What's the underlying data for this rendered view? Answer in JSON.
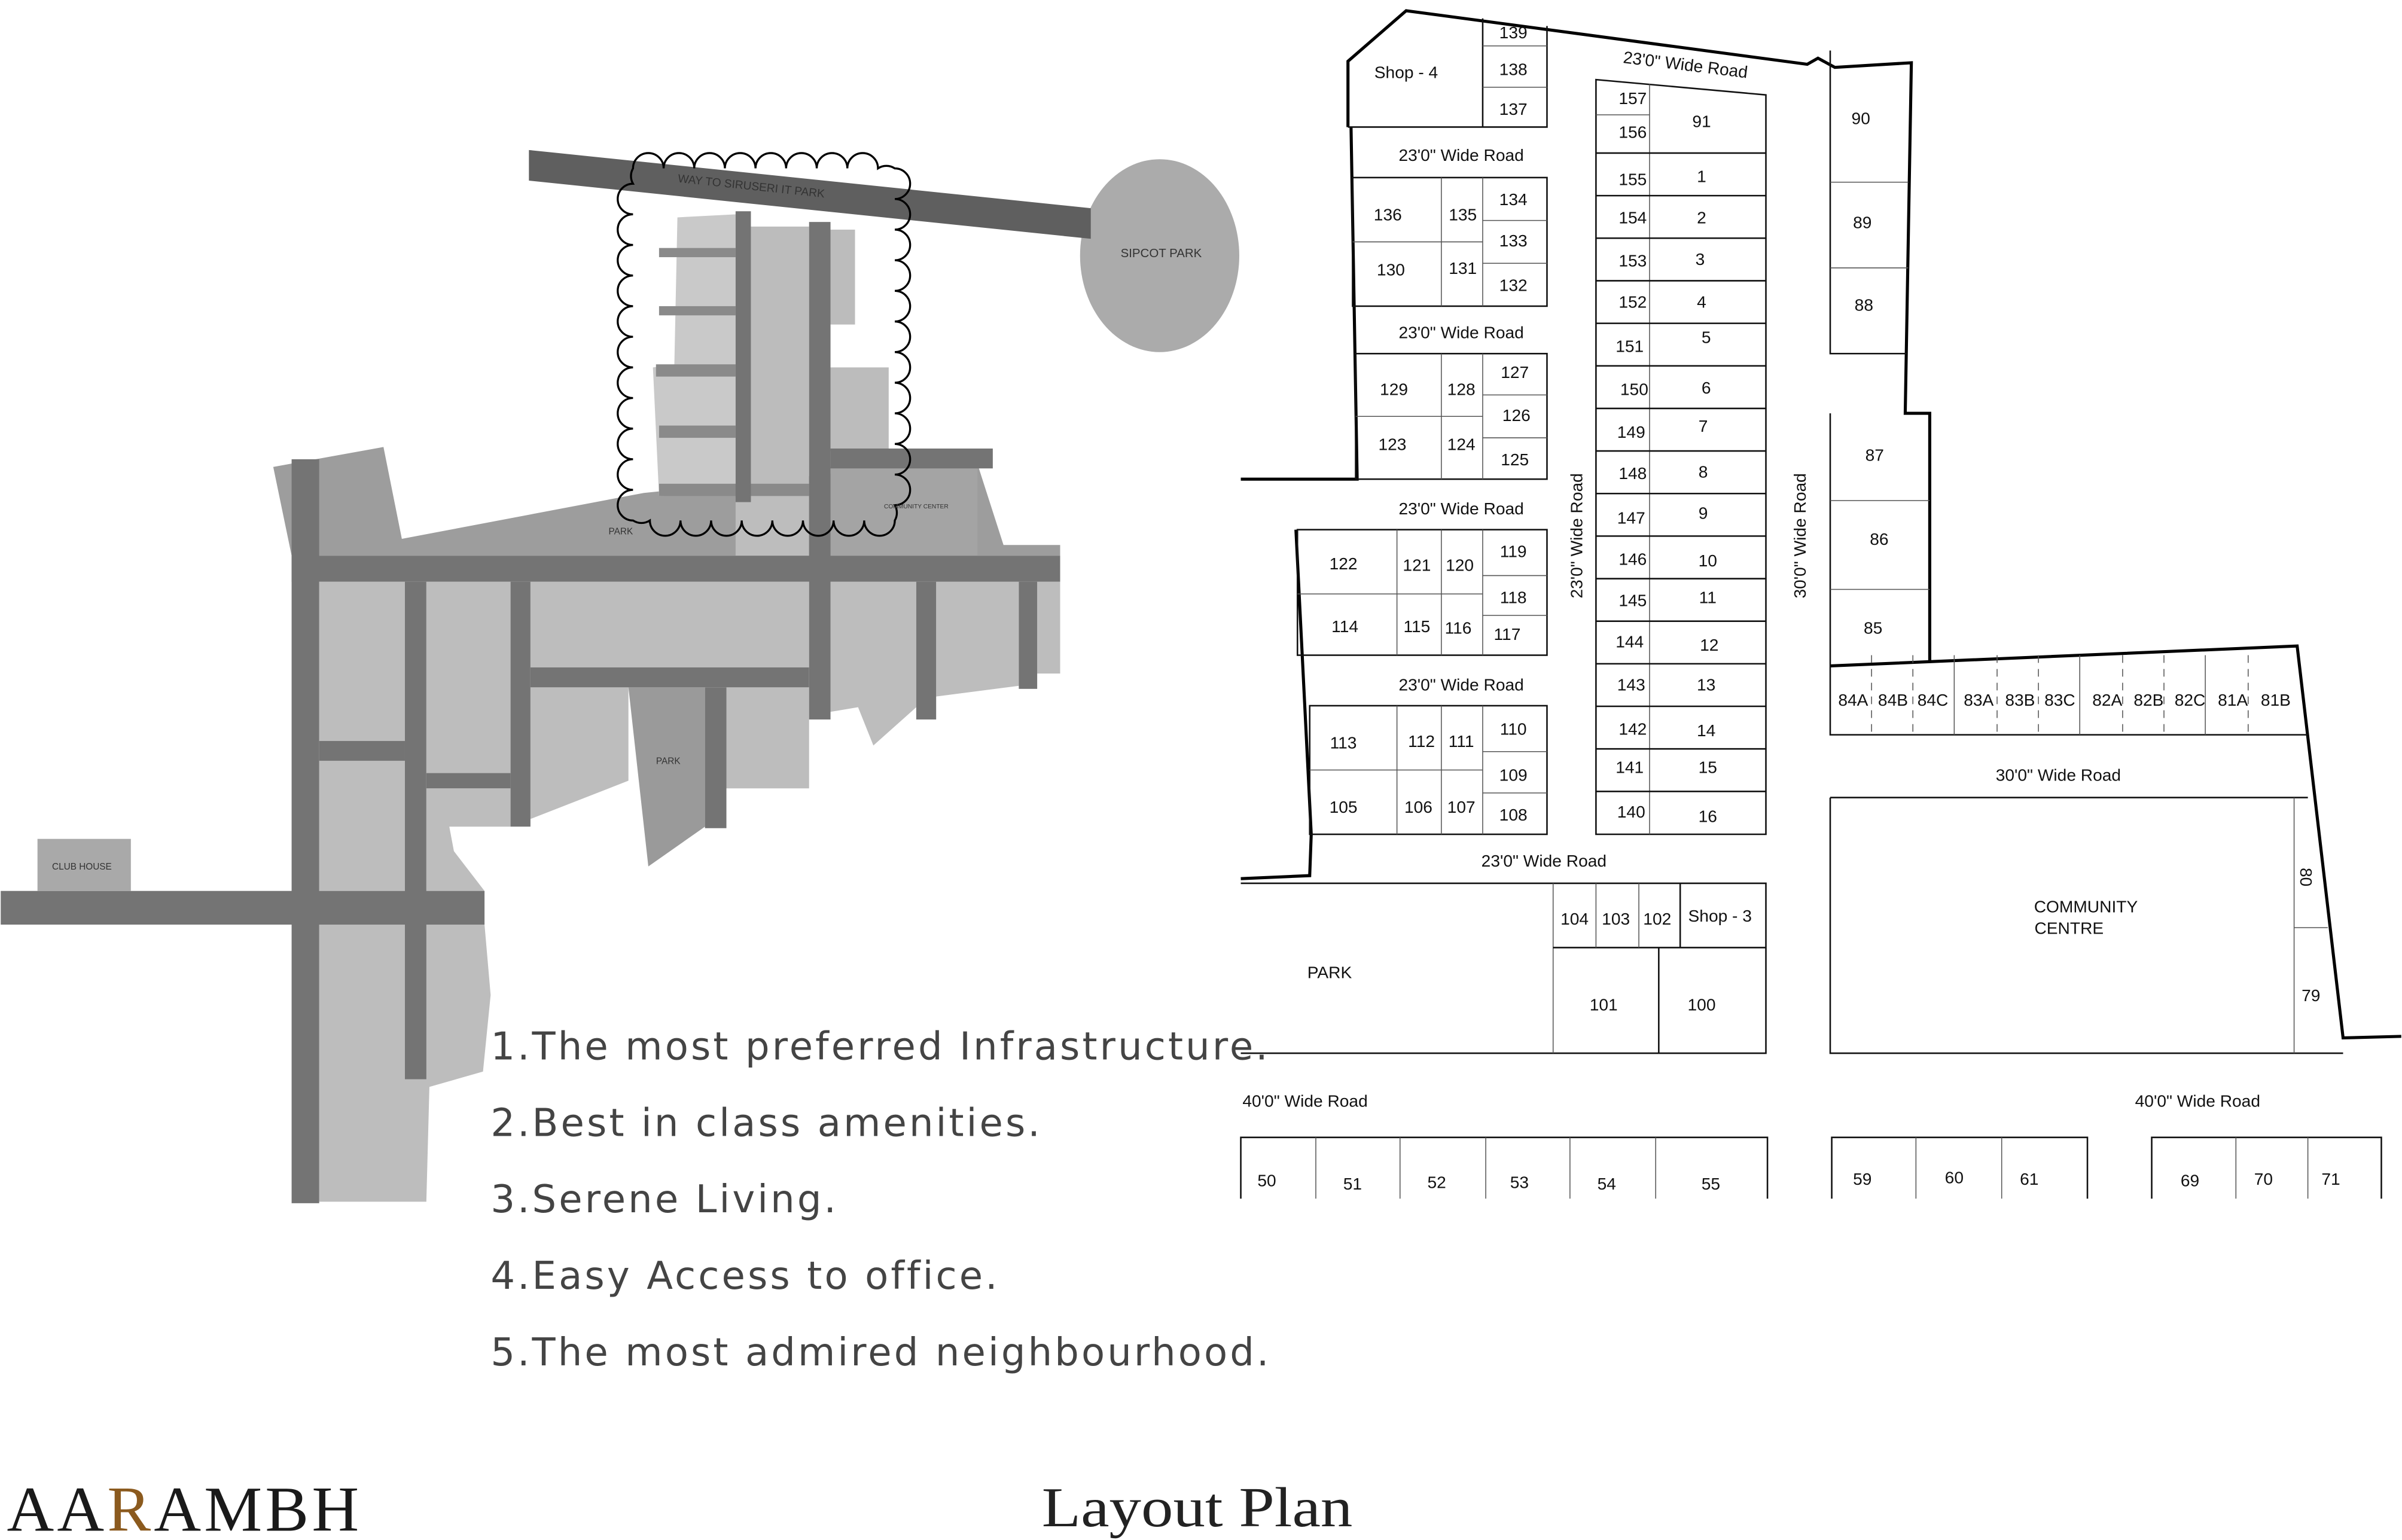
{
  "brand": {
    "prefix": "AA",
    "accent": "R",
    "suffix": "AMBH",
    "accent_color": "#8B5A1E"
  },
  "title": "Layout Plan",
  "features": [
    "1.The most preferred Infrastructure.",
    "2.Best in class amenities.",
    "3.Serene Living.",
    "4.Easy Access to office.",
    "5.The most admired neighbourhood."
  ],
  "site_plan": {
    "main_road": "WAY TO SIRUSERI IT PARK",
    "sipcot": "SIPCOT PARK",
    "club_house": "CLUB HOUSE",
    "park_north": "PARK",
    "park_south": "PARK",
    "community": "COMMUNITY CENTER"
  },
  "layout": {
    "plots": {
      "p139": "139",
      "p138": "138",
      "p137": "137",
      "shop4": "Shop - 4",
      "p157": "157",
      "p156": "156",
      "p91": "91",
      "p155": "155",
      "p1": "1",
      "p154": "154",
      "p2": "2",
      "p153": "153",
      "p3": "3",
      "p152": "152",
      "p4": "4",
      "p151": "151",
      "p5": "5",
      "p150": "150",
      "p6": "6",
      "p149": "149",
      "p7": "7",
      "p148": "148",
      "p8": "8",
      "p147": "147",
      "p9": "9",
      "p146": "146",
      "p10": "10",
      "p145": "145",
      "p11": "11",
      "p144": "144",
      "p12": "12",
      "p143": "143",
      "p13": "13",
      "p142": "142",
      "p14": "14",
      "p141": "141",
      "p15": "15",
      "p140": "140",
      "p16": "16",
      "p136": "136",
      "p135": "135",
      "p134": "134",
      "p133": "133",
      "p130": "130",
      "p131": "131",
      "p132": "132",
      "p129": "129",
      "p128": "128",
      "p127": "127",
      "p126": "126",
      "p123": "123",
      "p124": "124",
      "p125": "125",
      "p122": "122",
      "p121": "121",
      "p120": "120",
      "p119": "119",
      "p118": "118",
      "p114": "114",
      "p115": "115",
      "p116": "116",
      "p117": "117",
      "p113": "113",
      "p112": "112",
      "p111": "111",
      "p110": "110",
      "p109": "109",
      "p105": "105",
      "p106": "106",
      "p107": "107",
      "p108": "108",
      "p104": "104",
      "p103": "103",
      "p102": "102",
      "shop3": "Shop - 3",
      "park": "PARK",
      "p101": "101",
      "p100": "100",
      "p90": "90",
      "p89": "89",
      "p88": "88",
      "p87": "87",
      "p86": "86",
      "p85": "85",
      "p84A": "84A",
      "p84B": "84B",
      "p84C": "84C",
      "p83A": "83A",
      "p83B": "83B",
      "p83C": "83C",
      "p82A": "82A",
      "p82B": "82B",
      "p82C": "82C",
      "p81A": "81A",
      "p81B": "81B",
      "community1": "COMMUNITY",
      "community2": "CENTRE",
      "p80": "80",
      "p79": "79",
      "p50": "50",
      "p51": "51",
      "p52": "52",
      "p53": "53",
      "p54": "54",
      "p55": "55",
      "p59": "59",
      "p60": "60",
      "p61": "61",
      "p69": "69",
      "p70": "70",
      "p71": "71"
    },
    "roads": {
      "top": "23'0\" Wide Road",
      "r1": "23'0\" Wide Road",
      "r2": "23'0\" Wide Road",
      "r3": "23'0\" Wide Road",
      "r4": "23'0\" Wide Road",
      "r5": "23'0\" Wide Road",
      "v23": "23'0\" Wide Road",
      "v30": "30'0\" Wide Road",
      "h30": "30'0\" Wide Road",
      "w40a": "40'0\" Wide Road",
      "w40b": "40'0\" Wide Road"
    }
  }
}
